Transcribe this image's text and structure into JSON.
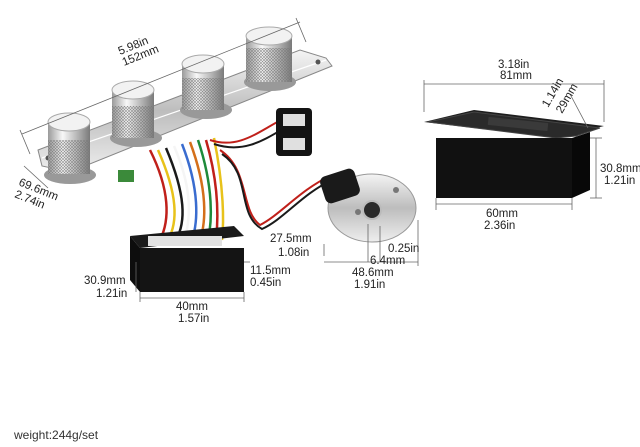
{
  "photo": {
    "plate_length": {
      "in": "5.98in",
      "mm": "152mm"
    },
    "plate_width": {
      "mm": "69.6mm",
      "in": "2.74in"
    },
    "battery_box": {
      "length_top": {
        "in": "3.18in",
        "mm": "81mm"
      },
      "depth": {
        "in": "1.14in",
        "mm": "29mm"
      },
      "height": {
        "mm": "30.8mm",
        "in": "1.21in"
      },
      "length_bottom": {
        "mm": "60mm",
        "in": "2.36in"
      }
    },
    "jack": {
      "height": {
        "mm": "27.5mm",
        "in": "1.08in"
      },
      "thread": {
        "in": "0.25in",
        "mm": "6.4mm"
      },
      "length": {
        "mm": "48.6mm",
        "in": "1.91in"
      }
    },
    "preamp": {
      "height": {
        "mm": "30.9mm",
        "in": "1.21in"
      },
      "thickness": {
        "mm": "11.5mm",
        "in": "0.45in"
      },
      "width": {
        "mm": "40mm",
        "in": "1.57in"
      }
    },
    "weight_text": "weight:244g/set",
    "colors": {
      "chrome": "#d8d8d8",
      "black": "#141414",
      "wire_red": "#c0201a",
      "wire_yellow": "#e8c21a"
    }
  }
}
